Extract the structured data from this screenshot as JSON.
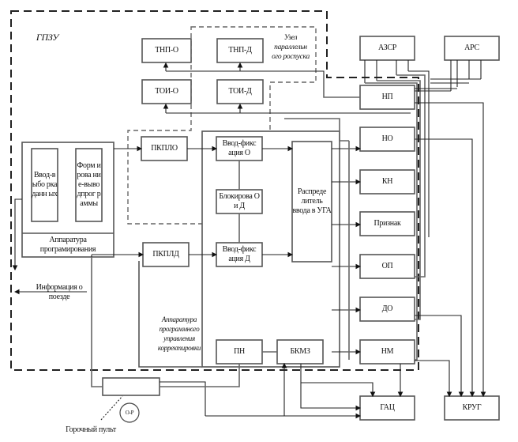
{
  "regions": {
    "gpzu": "ГПЗУ",
    "parallel_node": "Узел параллельн ого роспуска",
    "program_control": "Аппаратура программного управления корректировки"
  },
  "blocks": {
    "tnp_o": "ТНП-О",
    "tnp_d": "ТНП-Д",
    "toi_o": "ТОИ-О",
    "toi_d": "ТОИ-Д",
    "azsr": "АЗСР",
    "ars": "АРС",
    "np": "НП",
    "no": "НО",
    "kn": "КН",
    "priznak": "Признак",
    "op": "ОП",
    "do": "ДО",
    "nm": "НМ",
    "gats": "ГАЦ",
    "krug": "КРУГ",
    "data_input": "Ввод-выбо рка данн ых",
    "program_form": "Форм ирова ние-выво дпрог раммы",
    "programming_hw": "Аппаратура програмирования",
    "pkpl_o": "ПКПЛО",
    "pkpl_d": "ПКПЛД",
    "input_fix_o": "Ввод-фикс ация О",
    "input_fix_d": "Ввод-фикс ация Д",
    "blocking": "Блокирова О и Д",
    "distributor": "Распреде литель ввода в УГА",
    "pn": "ПН",
    "bkmz": "БКМЗ",
    "o_r": "О-Р"
  },
  "annotations": {
    "train_info": "Информация о поезде",
    "hump_console": "Горочный пульт"
  }
}
